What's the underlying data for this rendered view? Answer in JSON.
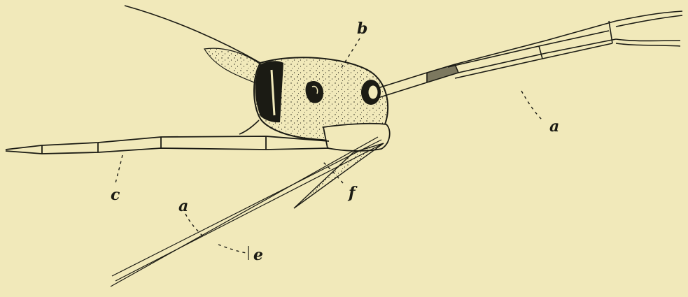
{
  "figure": {
    "paper_color": "#f1e9ba",
    "ink_color": "#1b1b14",
    "labels": {
      "a_upper": "a",
      "b": "b",
      "c": "c",
      "a_lower": "a",
      "e": "e",
      "f": "f"
    }
  }
}
